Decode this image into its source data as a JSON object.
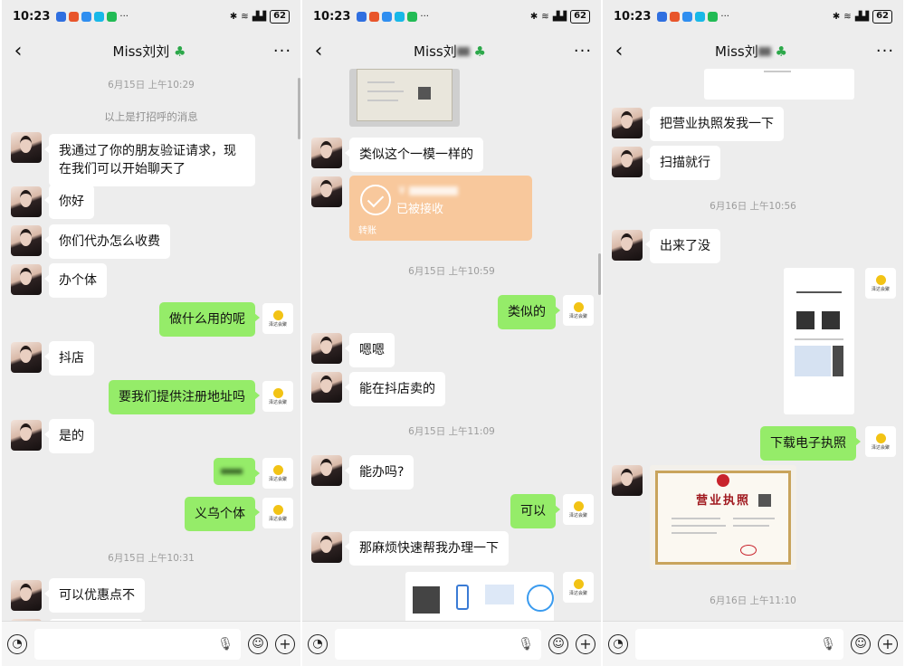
{
  "status": {
    "time": "10:23",
    "battery": "62",
    "notif_colors": [
      "#2f6fe0",
      "#e8552b",
      "#2f8ef0",
      "#18b8e8",
      "#22bb55"
    ]
  },
  "panels": [
    {
      "title": "Miss刘刘",
      "timestamp1": "6月15日 上午10:29",
      "system_note": "以上是打招呼的消息",
      "messages": [
        {
          "dir": "in",
          "text": "我通过了你的朋友验证请求，现在我们可以开始聊天了"
        },
        {
          "dir": "in",
          "text": "你好"
        },
        {
          "dir": "in",
          "text": "你们代办怎么收费"
        },
        {
          "dir": "in",
          "text": "办个体"
        },
        {
          "dir": "out",
          "text": "做什么用的呢"
        },
        {
          "dir": "in",
          "text": "抖店"
        },
        {
          "dir": "out",
          "text": "要我们提供注册地址吗"
        },
        {
          "dir": "in",
          "text": "是的"
        },
        {
          "dir": "out",
          "text": "义乌个体"
        },
        {
          "dir": "in",
          "text": "可以优惠点不"
        }
      ],
      "timestamp2": "6月15日 上午10:31"
    },
    {
      "title": "Miss刘",
      "messages": [
        {
          "dir": "in",
          "text": "类似这个一模一样的"
        },
        {
          "dir": "out",
          "text": "类似的"
        },
        {
          "dir": "in",
          "text": "嗯嗯"
        },
        {
          "dir": "in",
          "text": "能在抖店卖的"
        },
        {
          "dir": "in",
          "text": "能办吗?"
        },
        {
          "dir": "out",
          "text": "可以"
        },
        {
          "dir": "in",
          "text": "那麻烦快速帮我办理一下"
        }
      ],
      "transfer": {
        "amount": "¥",
        "status": "已被接收",
        "footer": "转账"
      },
      "timestamp1": "6月15日 上午10:59",
      "timestamp2": "6月15日 上午11:09"
    },
    {
      "title": "Miss刘",
      "messages": [
        {
          "dir": "in",
          "text": "把营业执照发我一下"
        },
        {
          "dir": "in",
          "text": "扫描就行"
        },
        {
          "dir": "in",
          "text": "出来了没"
        },
        {
          "dir": "out",
          "text": "下载电子执照"
        }
      ],
      "timestamp1": "6月16日 上午10:56",
      "timestamp2": "6月16日 上午11:10",
      "license_title": "营业执照"
    }
  ],
  "self_avatar_label": "泽达会聚",
  "icons": {
    "back": "chevron-left-icon",
    "more": "more-dots-icon",
    "voice": "voice-icon",
    "mic": "mic-icon",
    "emoji": "emoji-icon",
    "plus": "plus-icon"
  }
}
